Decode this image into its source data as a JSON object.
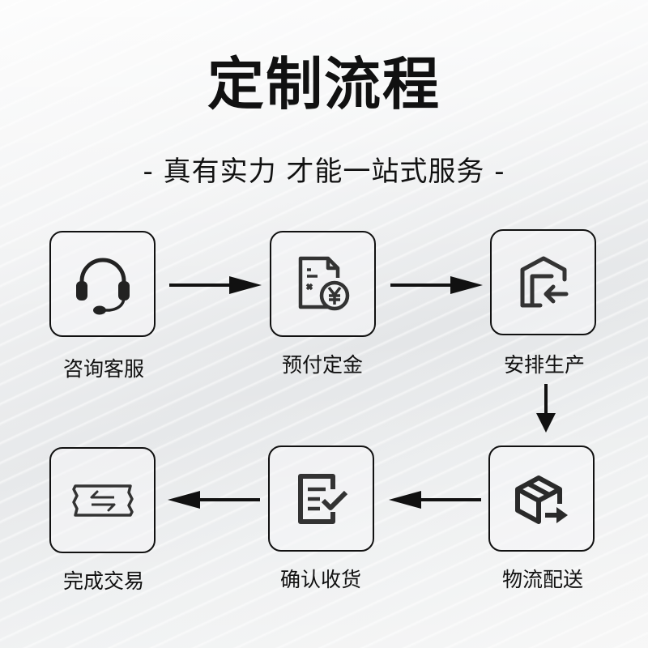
{
  "header": {
    "title": "定制流程",
    "subtitle": "- 真有实力 才能一站式服务 -"
  },
  "colors": {
    "stroke": "#111111",
    "text": "#111111",
    "background": "#eef0f1"
  },
  "steps": [
    {
      "order": 1,
      "label": "咨询客服",
      "icon": "headset-icon"
    },
    {
      "order": 2,
      "label": "预付定金",
      "icon": "invoice-yuan-icon"
    },
    {
      "order": 3,
      "label": "安排生产",
      "icon": "warehouse-inbound-icon"
    },
    {
      "order": 4,
      "label": "物流配送",
      "icon": "package-shipping-icon"
    },
    {
      "order": 5,
      "label": "确认收货",
      "icon": "checklist-icon"
    },
    {
      "order": 6,
      "label": "完成交易",
      "icon": "ticket-exchange-icon"
    }
  ],
  "arrows": [
    {
      "from": 1,
      "to": 2,
      "direction": "right"
    },
    {
      "from": 2,
      "to": 3,
      "direction": "right"
    },
    {
      "from": 3,
      "to": 4,
      "direction": "down"
    },
    {
      "from": 4,
      "to": 5,
      "direction": "left"
    },
    {
      "from": 5,
      "to": 6,
      "direction": "left"
    }
  ]
}
